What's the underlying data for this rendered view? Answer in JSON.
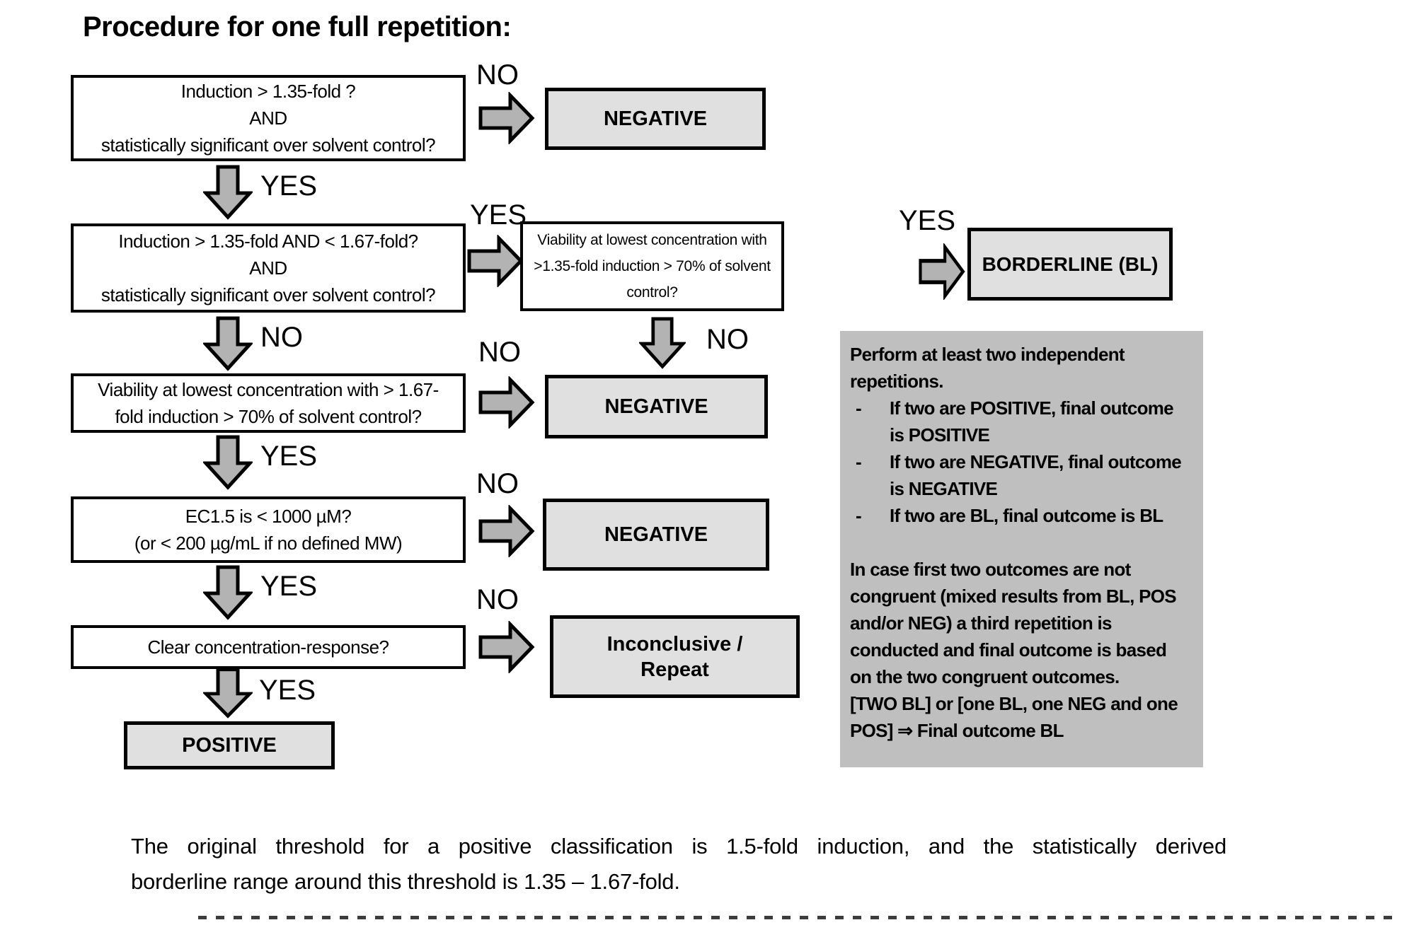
{
  "title": "Procedure for one full repetition:",
  "labels": {
    "yes": "YES",
    "no": "NO"
  },
  "decisions": {
    "q1": [
      "Induction > 1.35-fold ?",
      "AND",
      "statistically significant over solvent control?"
    ],
    "q2": [
      "Induction > 1.35-fold AND < 1.67-fold?",
      "AND",
      "statistically significant over solvent control?"
    ],
    "q3": [
      "Viability at lowest concentration with > 1.67-",
      "fold induction > 70% of solvent control?"
    ],
    "q4": [
      "EC1.5 is < 1000 µM?",
      "(or < 200 µg/mL if no defined MW)"
    ],
    "q5": [
      "Clear concentration-response?"
    ],
    "q6": [
      "Viability at lowest concentration with",
      ">1.35-fold induction > 70% of solvent",
      "control?"
    ]
  },
  "outcomes": {
    "negative_top": "NEGATIVE",
    "negative_mid": "NEGATIVE",
    "negative_low": "NEGATIVE",
    "borderline": "BORDERLINE (BL)",
    "positive": "POSITIVE",
    "inconclusive": [
      "Inconclusive /",
      "Repeat"
    ]
  },
  "info_panel": {
    "intro": "Perform at least two independent repetitions.",
    "bullets": [
      "If two are POSITIVE, final outcome is POSITIVE",
      "If two are NEGATIVE, final outcome is NEGATIVE",
      "If two are BL, final outcome is BL"
    ],
    "para": "In case first two outcomes are not congruent (mixed results from BL, POS and/or NEG) a third repetition is conducted and final outcome is based on the two congruent outcomes.",
    "rule": "[TWO BL] or [one BL, one NEG and one POS] ⇒ Final outcome BL"
  },
  "footnote": {
    "line1": "The original threshold for a positive classification is 1.5-fold induction, and the statistically derived",
    "line2": "borderline range around this threshold is 1.35 – 1.67-fold."
  },
  "colors": {
    "arrow_fill": "#b3b3b3",
    "outcome_fill": "#e0e0e0",
    "panel_fill": "#bfbfbf",
    "border": "#000000",
    "background": "#ffffff"
  }
}
